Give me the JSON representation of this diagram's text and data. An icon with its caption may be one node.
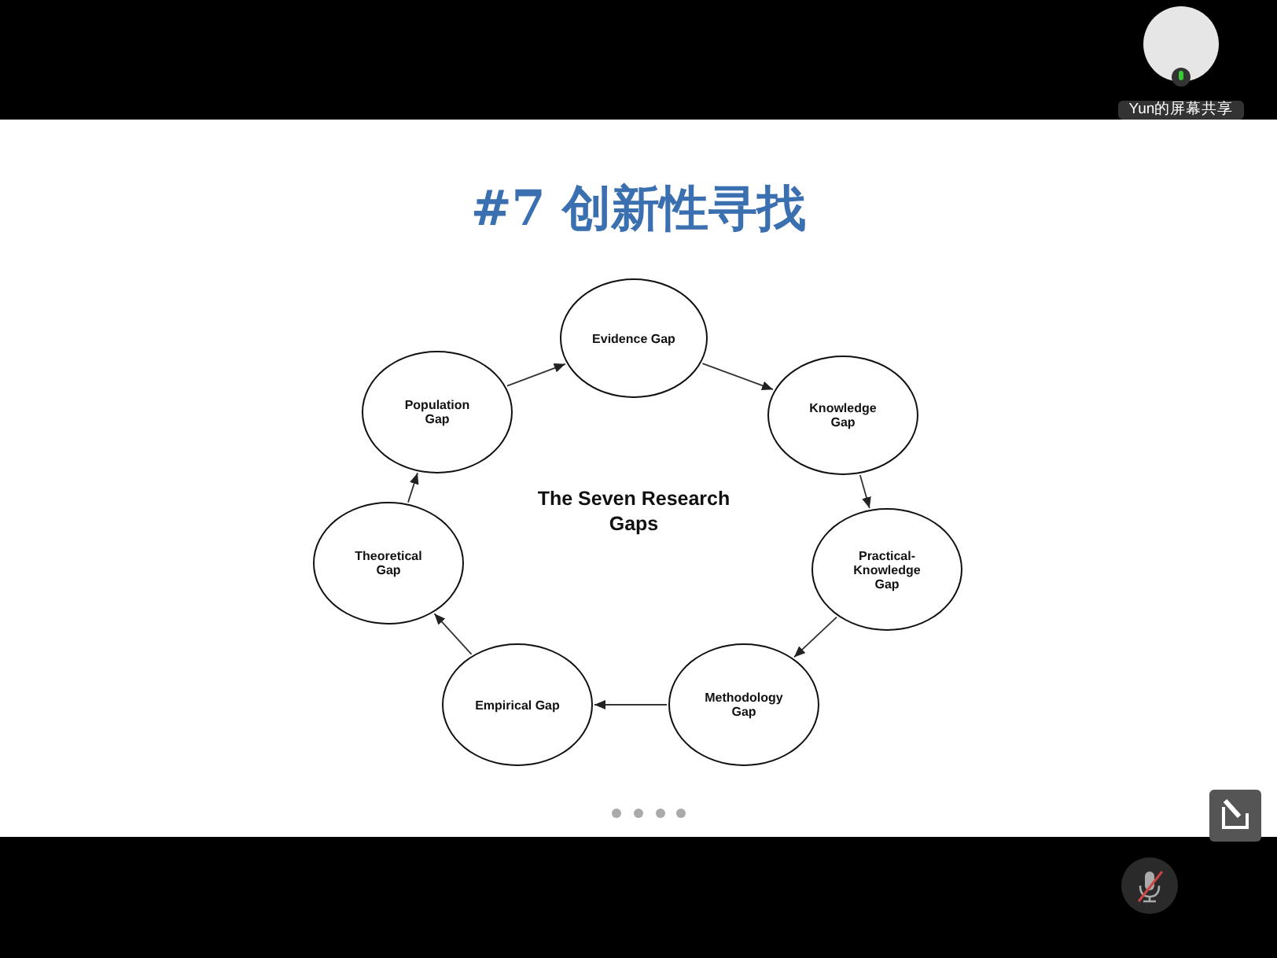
{
  "diagram": {
    "title": "#7 创新性寻找",
    "nodes": [
      {
        "text": [
          "Evidence Gap"
        ]
      },
      {
        "text": [
          "Knowledge Gap"
        ]
      },
      {
        "text": [
          "Practical-Knowledge Gap"
        ]
      },
      {
        "text": [
          "Methodology Gap"
        ]
      },
      {
        "text": [
          "Empirical Gap"
        ]
      },
      {
        "text": [
          "Theoretical Gap"
        ]
      },
      {
        "text": [
          "Population Gap"
        ]
      }
    ],
    "edges": [
      {
        "from": 6,
        "to": 0,
        "arrow": "to"
      },
      {
        "from": 0,
        "to": 1,
        "arrow": "to"
      },
      {
        "from": 1,
        "to": 2,
        "arrow": "to"
      },
      {
        "from": 2,
        "to": 3,
        "arrow": "to"
      },
      {
        "from": 3,
        "to": 4,
        "arrow": "to"
      },
      {
        "from": 4,
        "to": 5,
        "arrow": "to"
      },
      {
        "from": 5,
        "to": 6,
        "arrow": "to"
      }
    ],
    "labels": [
      "Yun的屏幕共享",
      "The Seven Research Gaps"
    ]
  }
}
